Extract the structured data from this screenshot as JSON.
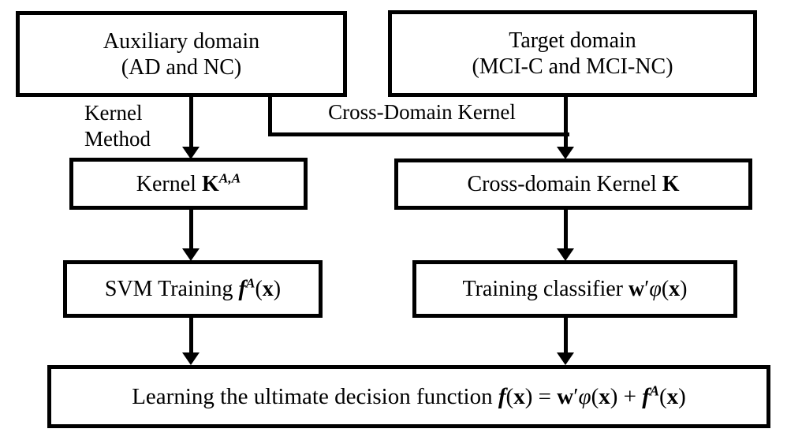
{
  "canvas": {
    "background_color": "#ffffff",
    "line_color": "#000000"
  },
  "nodes": {
    "aux": {
      "line1": "Auxiliary domain",
      "line2": "(AD and NC)"
    },
    "target": {
      "line1": "Target domain",
      "line2": "(MCI-C and MCI-NC)"
    },
    "kernel": {
      "segments": [
        {
          "t": "Kernel "
        },
        {
          "t": "K",
          "s": "b"
        },
        {
          "t": "A,A",
          "s": "sup bi"
        }
      ]
    },
    "crossk": {
      "segments": [
        {
          "t": "Cross-domain Kernel "
        },
        {
          "t": "K",
          "s": "b"
        }
      ]
    },
    "svm": {
      "segments": [
        {
          "t": "SVM Training "
        },
        {
          "t": "f",
          "s": "bi"
        },
        {
          "t": "A",
          "s": "sup bi"
        },
        {
          "t": "("
        },
        {
          "t": "x",
          "s": "b"
        },
        {
          "t": ")"
        }
      ]
    },
    "classifier": {
      "segments": [
        {
          "t": "Training classifier "
        },
        {
          "t": "w",
          "s": "b"
        },
        {
          "t": "′"
        },
        {
          "t": "φ",
          "s": "i"
        },
        {
          "t": "("
        },
        {
          "t": "x",
          "s": "b"
        },
        {
          "t": ")"
        }
      ]
    },
    "final": {
      "segments": [
        {
          "t": "Learning the ultimate decision function "
        },
        {
          "t": "f",
          "s": "bi"
        },
        {
          "t": "("
        },
        {
          "t": "x",
          "s": "b"
        },
        {
          "t": ") = "
        },
        {
          "t": "w",
          "s": "b"
        },
        {
          "t": "′"
        },
        {
          "t": "φ",
          "s": "i"
        },
        {
          "t": "("
        },
        {
          "t": "x",
          "s": "b"
        },
        {
          "t": ") + "
        },
        {
          "t": "f",
          "s": "bi"
        },
        {
          "t": "A",
          "s": "sup bi"
        },
        {
          "t": "("
        },
        {
          "t": "x",
          "s": "b"
        },
        {
          "t": ")"
        }
      ]
    }
  },
  "edge_labels": {
    "kernel_method": {
      "line1": "Kernel",
      "line2": "Method"
    },
    "cross_domain_kernel": "Cross-Domain Kernel"
  }
}
